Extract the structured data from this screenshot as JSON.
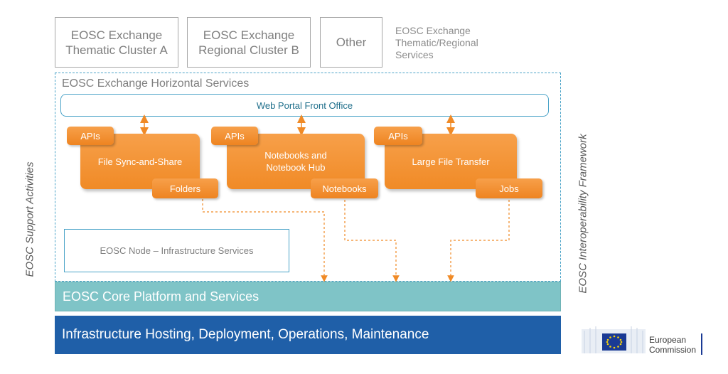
{
  "clusters": [
    {
      "label": "EOSC Exchange\nThematic Cluster A"
    },
    {
      "label": "EOSC Exchange\nRegional Cluster B"
    },
    {
      "label": "Other"
    }
  ],
  "clusters_note": "EOSC Exchange\nThematic/Regional\nServices",
  "horizontal": {
    "title": "EOSC Exchange Horizontal Services",
    "web_portal": "Web Portal Front Office",
    "services": [
      {
        "name": "File Sync-and-Share",
        "api": "APIs",
        "bottom_tag": "Folders"
      },
      {
        "name": "Notebooks and\nNotebook Hub",
        "api": "APIs",
        "bottom_tag": "Notebooks"
      },
      {
        "name": "Large File Transfer",
        "api": "APIs",
        "bottom_tag": "Jobs"
      }
    ],
    "node": "EOSC Node – Infrastructure Services"
  },
  "core": "EOSC Core Platform and Services",
  "infrastructure": "Infrastructure Hosting, Deployment, Operations, Maintenance",
  "side_left": "EOSC Support Activities",
  "side_right": "EOSC Interoperability Framework",
  "logo": {
    "text": "European\nCommission"
  },
  "colors": {
    "orange": "#f08a26",
    "teal": "#7fc4c7",
    "blue": "#1f5fa8",
    "border_blue": "#4aa3c8"
  }
}
